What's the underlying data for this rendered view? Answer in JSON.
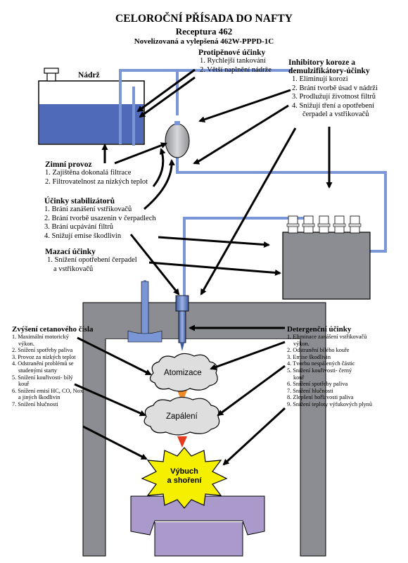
{
  "header": {
    "title": "CELOROČNÍ PŘÍSADA DO NAFTY",
    "subtitle": "Receptura 462",
    "note": "Novelizovaná a vylepšená 462W-PPPD-1C"
  },
  "tank": {
    "label": "Nádrž"
  },
  "antifoam": {
    "heading": "Protipěnové účinky",
    "items": [
      "1. Rychlejší tankování",
      "2. Větší naplnění nádrže"
    ]
  },
  "corrosion": {
    "heading_line1": "Inhibitory koroze a",
    "heading_line2": "demulzifikátory-účinky",
    "items": [
      "1. Eliminují korozi",
      "2. Brání tvorbě úsad v nádrži",
      "3. Prodlužují životnost filtrů",
      "4. Snižují tření a opotřebení",
      "čerpadel a vstřikovačů"
    ]
  },
  "winter": {
    "heading": "Zimní provoz",
    "items": [
      "1. Zajištěna dokonalá filtrace",
      "2. Filtrovatelnost za nízkých teplot"
    ]
  },
  "stabilizer": {
    "heading": "Účinky stabilizátorů",
    "items": [
      "1. Brání zanášení vstřikovačů",
      "2. Brání tvorbě usazenin v čerpadlech",
      "3. Brání ucpávání filtrů",
      "4. Snižují emise škodlivin"
    ]
  },
  "lubricant": {
    "heading": "Mazací účinky",
    "items": [
      "1. Snížení opotřebení čerpadel",
      "a vstřikovačů"
    ]
  },
  "cetane": {
    "heading": "Zvýšení cetanového čísla",
    "items": [
      "1. Maximální motorický",
      "výkon.",
      "2. Snížení spotřeby paliva",
      "3. Provoz za nízkých teplot",
      "4. Odstranění problémů se",
      "studenými starty",
      "5. Snížení kouřivosti- bílý",
      "kouř",
      "6. Snížení emisí HC, CO, Nox",
      "a jiných škodlivin",
      "7. Snížení hlučnosti"
    ]
  },
  "detergent": {
    "heading": "Detergenční účinky",
    "items": [
      "1. Eliminace zanášení vstřikovačů",
      "výkon.",
      "2. Odstranění bílého kouře",
      "3. Emise škodlivin",
      "4. Tvorbu nespálených částic",
      "5. Snížení kouřivosti- černý",
      "kouř",
      "6. Snížení spotřeby paliva",
      "7. Snížení hlučnosti",
      "8. Zlepšení hořlavosti paliva",
      "9. Snížení teploty výfukových plynů"
    ]
  },
  "stages": {
    "atomization": "Atomizace",
    "ignition": "Zapálení",
    "explosion_line1": "Výbuch",
    "explosion_line2": "a shoření"
  },
  "colors": {
    "fuel_line": "#7b96d6",
    "tank_fill": "#4f6ab8",
    "engine_wall": "#8c8d92",
    "piston": "#a99acb",
    "explosion": "#f4f000",
    "flame": "#ef8a26"
  }
}
